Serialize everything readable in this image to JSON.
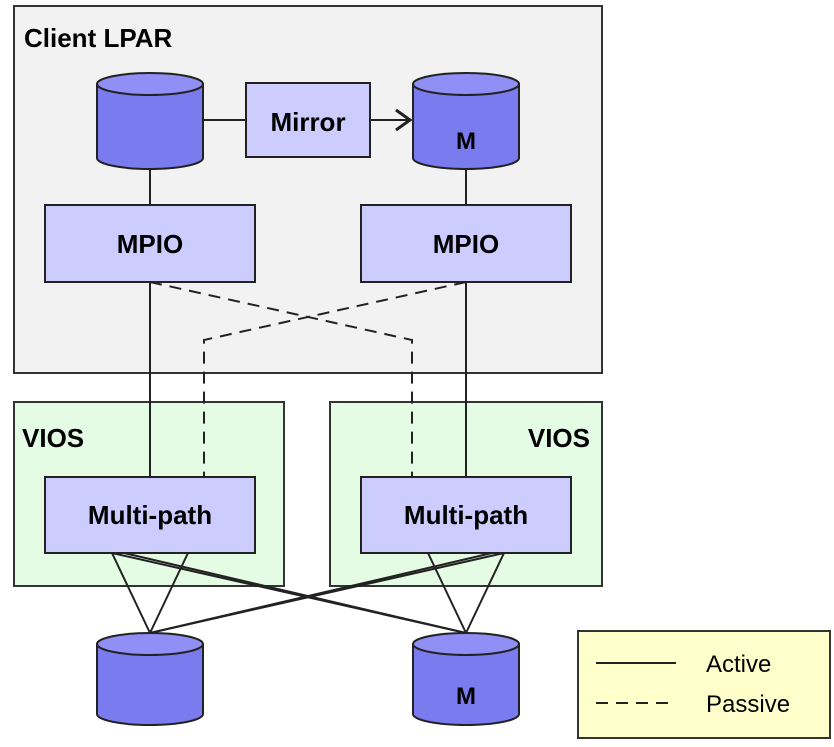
{
  "client_lpar": {
    "label": "Client LPAR",
    "fill": "#f2f2f2"
  },
  "vios_left": {
    "label": "VIOS",
    "fill": "#e4fbe4"
  },
  "vios_right": {
    "label": "VIOS",
    "fill": "#e4fbe4"
  },
  "mirror": {
    "label": "Mirror",
    "arrow": ">"
  },
  "mpio_left": {
    "label": "MPIO"
  },
  "mpio_right": {
    "label": "MPIO"
  },
  "multipath_left": {
    "label": "Multi-path"
  },
  "multipath_right": {
    "label": "Multi-path"
  },
  "disk_top_right": {
    "label": "M"
  },
  "disk_bottom_right": {
    "label": "M"
  },
  "legend": {
    "active": "Active",
    "passive": "Passive",
    "fill": "#ffffcc"
  },
  "colors": {
    "disk_fill": "#7b7bf0",
    "disk_top": "#8f8ff5",
    "box_fill": "#ccccff",
    "stroke": "#222222"
  }
}
